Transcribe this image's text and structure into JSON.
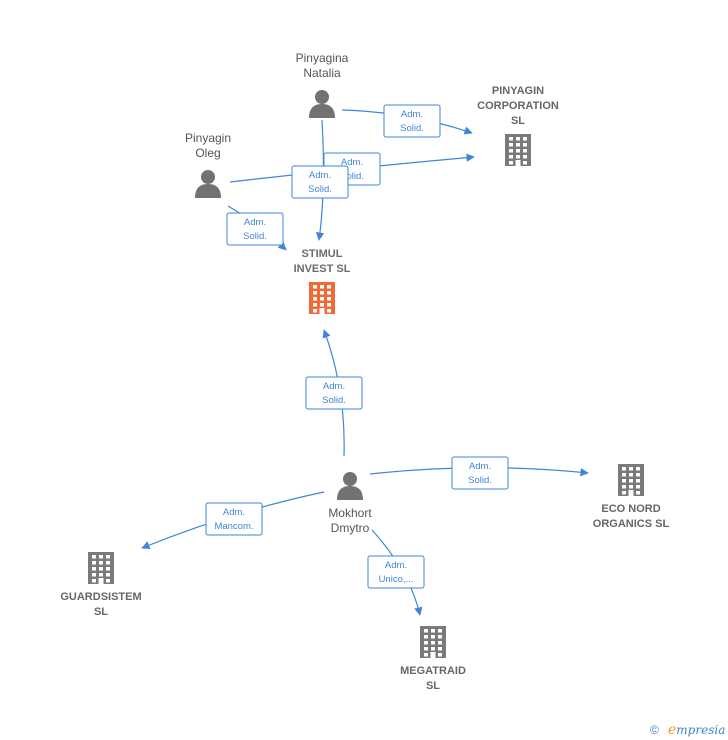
{
  "nodes": [
    {
      "id": "natalia",
      "type": "person",
      "lines": [
        "Pinyagina",
        "Natalia"
      ],
      "label_pos": "above"
    },
    {
      "id": "oleg",
      "type": "person",
      "lines": [
        "Pinyagin",
        "Oleg"
      ],
      "label_pos": "above"
    },
    {
      "id": "pinyagin_corp",
      "type": "company",
      "lines": [
        "PINYAGIN",
        "CORPORATION",
        "SL"
      ],
      "label_pos": "above"
    },
    {
      "id": "stimul",
      "type": "company",
      "main": true,
      "lines": [
        "STIMUL",
        "INVEST  SL"
      ],
      "label_pos": "above"
    },
    {
      "id": "mokhort",
      "type": "person",
      "lines": [
        "Mokhort",
        "Dmytro"
      ],
      "label_pos": "below"
    },
    {
      "id": "eco_nord",
      "type": "company",
      "lines": [
        "ECO NORD",
        "ORGANICS  SL"
      ],
      "label_pos": "below"
    },
    {
      "id": "guardsistem",
      "type": "company",
      "lines": [
        "GUARDSISTEM",
        "SL"
      ],
      "label_pos": "below"
    },
    {
      "id": "megatraid",
      "type": "company",
      "lines": [
        "MEGATRAID",
        "SL"
      ],
      "label_pos": "below"
    }
  ],
  "edges": [
    {
      "from": "natalia",
      "to": "pinyagin_corp",
      "label": [
        "Adm.",
        "Solid."
      ]
    },
    {
      "from": "oleg",
      "to": "pinyagin_corp",
      "label": [
        "Adm.",
        "Solid."
      ]
    },
    {
      "from": "natalia",
      "to": "stimul",
      "label": [
        "Adm.",
        "Solid."
      ]
    },
    {
      "from": "oleg",
      "to": "stimul",
      "label": [
        "Adm.",
        "Solid."
      ]
    },
    {
      "from": "mokhort",
      "to": "stimul",
      "label": [
        "Adm.",
        "Solid."
      ]
    },
    {
      "from": "mokhort",
      "to": "eco_nord",
      "label": [
        "Adm.",
        "Solid."
      ]
    },
    {
      "from": "mokhort",
      "to": "guardsistem",
      "label": [
        "Adm.",
        "Mancom."
      ]
    },
    {
      "from": "mokhort",
      "to": "megatraid",
      "label": [
        "Adm.",
        "Unico,..."
      ]
    }
  ],
  "footer": {
    "copyright": "©",
    "brand_initial": "e",
    "brand_rest": "mpresia"
  }
}
